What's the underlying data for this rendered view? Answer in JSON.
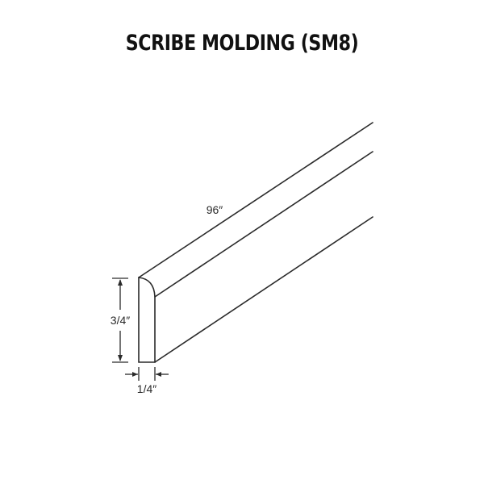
{
  "title": "SCRIBE MOLDING (SM8)",
  "dimensions": {
    "length": "96″",
    "height": "3/4″",
    "thickness": "1/4″"
  },
  "colors": {
    "line": "#2a2a2a",
    "background": "#ffffff"
  }
}
